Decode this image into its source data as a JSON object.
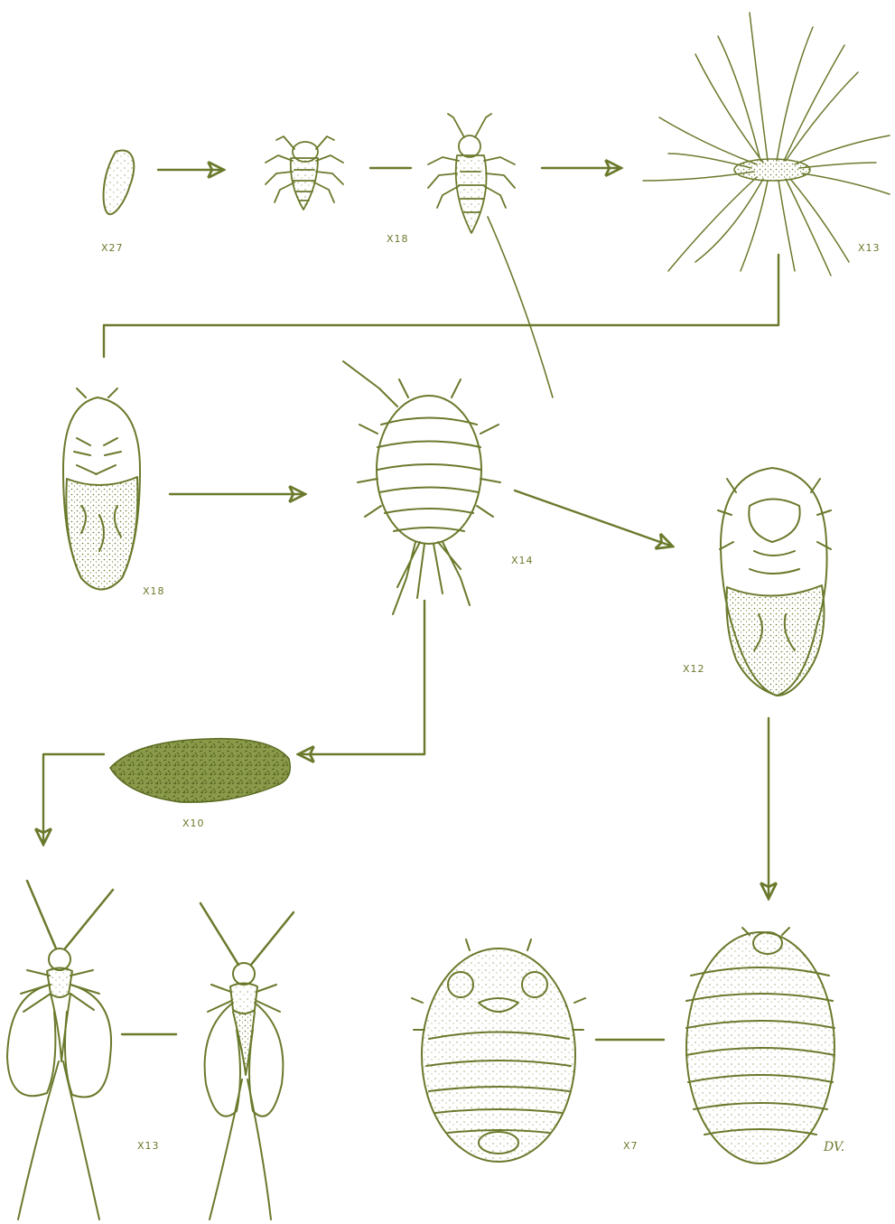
{
  "colors": {
    "ink": "#6a7a2c",
    "background": "#ffffff"
  },
  "stages": [
    {
      "name": "egg",
      "icon": "egg-icon"
    },
    {
      "name": "first-instar-crawler",
      "icon": "crawler-icon"
    },
    {
      "name": "crawler-with-filaments",
      "icon": "crawler-filament-icon"
    },
    {
      "name": "waxy-filament-mass",
      "icon": "wax-filament-mass-icon"
    },
    {
      "name": "prepupa",
      "icon": "prepupa-icon"
    },
    {
      "name": "second-instar",
      "icon": "second-instar-icon"
    },
    {
      "name": "female-third-instar",
      "icon": "female-nymph-icon"
    },
    {
      "name": "male-cocoon",
      "icon": "cocoon-icon"
    },
    {
      "name": "winged-male-a",
      "icon": "winged-male-icon"
    },
    {
      "name": "winged-male-b",
      "icon": "winged-male-icon"
    },
    {
      "name": "adult-female-ventral",
      "icon": "adult-female-ventral-icon"
    },
    {
      "name": "adult-female-dorsal",
      "icon": "adult-female-dorsal-icon"
    }
  ],
  "labels": {
    "egg_mag": "X27",
    "crawler_mag": "X18",
    "filament_mag": "X13",
    "prepupa_mag": "X18",
    "second_instar_mag": "X14",
    "female_nymph_mag": "X12",
    "cocoon_mag": "X10",
    "male_mag": "X13",
    "adult_female_mag": "X7",
    "artist_signature": "DV."
  }
}
